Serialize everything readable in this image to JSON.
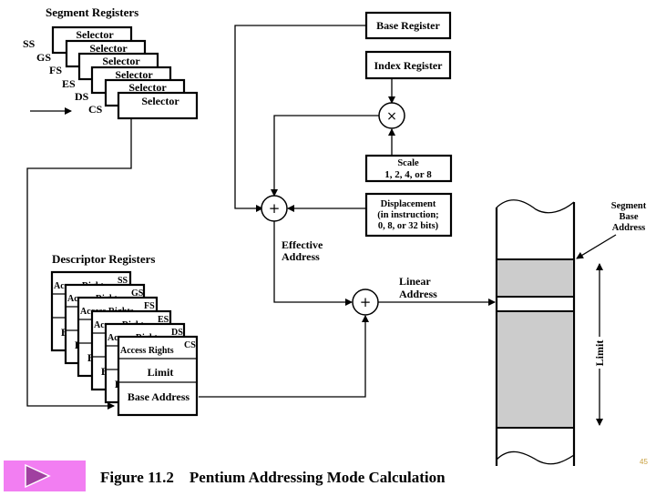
{
  "segment_registers": {
    "title": "Segment Registers",
    "names": [
      "SS",
      "GS",
      "FS",
      "ES",
      "DS",
      "CS"
    ],
    "selector_label": "Selector"
  },
  "base_register": "Base Register",
  "index_register": "Index Register",
  "scale": {
    "line1": "Scale",
    "line2": "1, 2, 4, or 8"
  },
  "displacement": {
    "line1": "Displacement",
    "line2": "(in instruction;",
    "line3": "0, 8, or 32 bits)"
  },
  "multiply_symbol": "×",
  "plus_symbol": "+",
  "effective_address": {
    "line1": "Effective",
    "line2": "Address"
  },
  "linear_address": {
    "line1": "Linear",
    "line2": "Address"
  },
  "descriptor_registers": {
    "title": "Descriptor Registers",
    "names": [
      "SS",
      "GS",
      "FS",
      "ES",
      "DS",
      "CS"
    ],
    "access_rights": "Access Rights",
    "limit": "Limit",
    "base_address": "Base Address"
  },
  "segment_base_address": {
    "line1": "Segment",
    "line2": "Base",
    "line3": "Address"
  },
  "limit_label": "Limit",
  "caption": "Figure 11.2    Pentium Addressing Mode Calculation",
  "page_number": "45",
  "nav": {
    "icon": "play-arrow-icon",
    "color": "#f27ef2",
    "arrow_color": "#a040a0"
  }
}
